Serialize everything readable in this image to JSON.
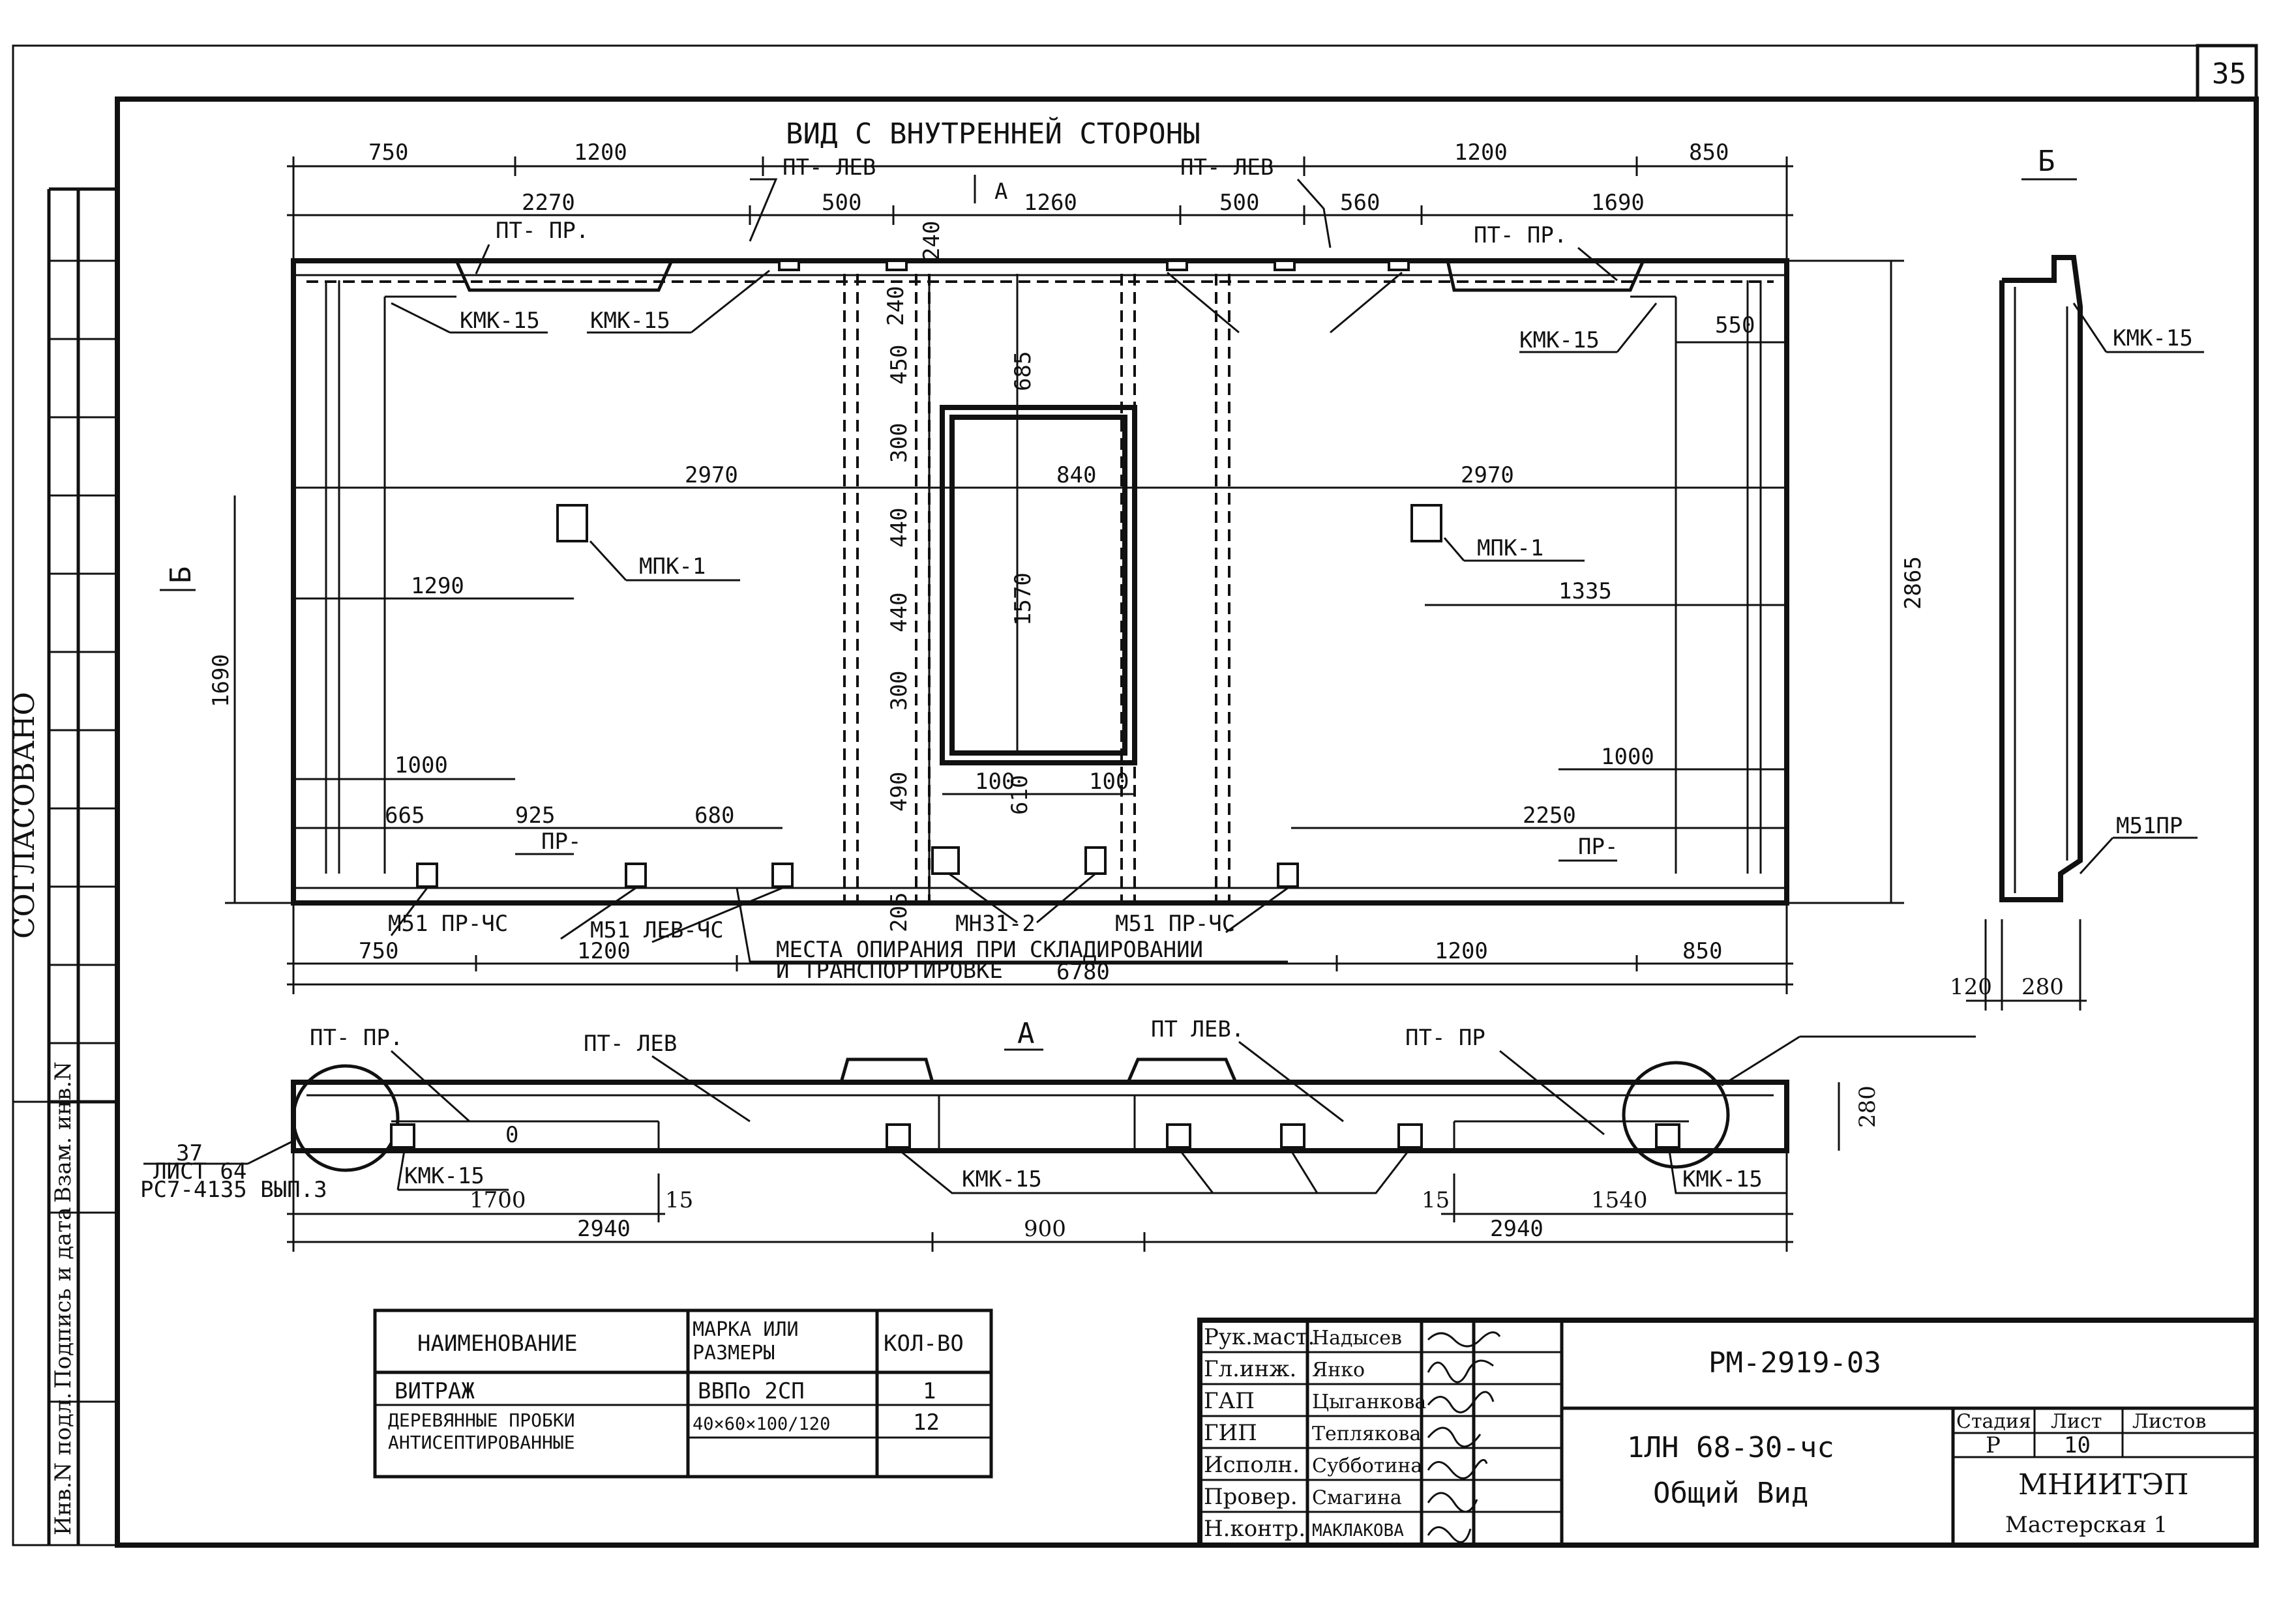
{
  "sheet_no": "35",
  "agreed": "СОГЛАСОВАНО",
  "margin_labels": {
    "inv_podl": "Инв.N подл.",
    "sign_date": "Подпись и дата",
    "vzam_inv": "Взам. инв.N"
  },
  "view_titles": {
    "inner_side": "ВИД С ВНУТРЕННЕЙ СТОРОНЫ",
    "b": "Б",
    "a_top": "А",
    "a_section": "А",
    "b_side": "Б"
  },
  "top_dims": {
    "d750": "750",
    "d1200a": "1200",
    "d1200b": "1200",
    "d850": "850",
    "d2270": "2270",
    "d500a": "500",
    "d1260": "1260",
    "d500b": "500",
    "d560": "560",
    "d1690": "1690",
    "d240a": "240",
    "d240b": "240"
  },
  "labels": {
    "pt_lev1": "ПТ- ЛЕВ",
    "pt_lev2": "ПТ- ЛЕВ",
    "pt_pr1": "ПТ- ПР.",
    "pt_pr2": "ПТ- ПР.",
    "kmk1": "КМК-15",
    "kmk2": "КМК-15",
    "kmk3": "КМК-15",
    "kmk_side": "КМК-15",
    "mpk1": "МПК-1",
    "mpk2": "МПК-1",
    "m51_pr_chs1": "М51 ПР-ЧС",
    "m51_lev_chs": "М51 ЛЕВ-ЧС",
    "m51_pr_chs2": "М51 ПР-ЧС",
    "m51_side": "М51ПР",
    "mn31": "МН31-2",
    "pr1": "ПР-",
    "pr2": "ПР-",
    "support_line1": "МЕСТА ОПИРАНИЯ ПРИ СКЛАДИРОВАНИИ",
    "support_line2": "И ТРАНСПОРТИРОВКЕ"
  },
  "inner_dims": {
    "d685": "685",
    "d450": "450",
    "d300a": "300",
    "d440a": "440",
    "d440b": "440",
    "d300b": "300",
    "d490": "490",
    "d1570": "1570",
    "d610": "610",
    "d205": "205",
    "d2970a": "2970",
    "d840": "840",
    "d2970b": "2970",
    "d1290": "1290",
    "d1335": "1335",
    "d550": "550",
    "d2865": "2865",
    "d1690v": "1690",
    "d1000a": "1000",
    "d1000b": "1000",
    "d665": "665",
    "d925": "925",
    "d680": "680",
    "d2250": "2250",
    "d100a": "100",
    "d100b": "100"
  },
  "bottom_dims": {
    "d750": "750",
    "d1200a": "1200",
    "d1200b": "1200",
    "d850": "850",
    "d6780": "6780"
  },
  "side_dims": {
    "d120": "120",
    "d280": "280"
  },
  "section_labels": {
    "pt_pr": "ПТ- ПР.",
    "pt_lev": "ПТ- ЛЕВ",
    "pt_lev2": "ПТ ЛЕВ.",
    "pt_pr2": "ПТ- ПР",
    "kmk_a": "КМК-15",
    "kmk_b": "КМК-15",
    "kmk_c": "КМК-15",
    "ref_37": "37",
    "ref_sheet": "ЛИСТ 64",
    "ref_series": "РС7-4135 ВЫП.3",
    "d0": "0"
  },
  "section_dims": {
    "d1700": "1700",
    "d15a": "15",
    "d15b": "15",
    "d1540": "1540",
    "d2940a": "2940",
    "d900": "900",
    "d2940b": "2940",
    "d280": "280"
  },
  "spec_table": {
    "headers": [
      "НАИМЕНОВАНИЕ",
      "МАРКА ИЛИ РАЗМЕРЫ",
      "КОЛ-ВО"
    ],
    "rows": [
      [
        "ВИТРАЖ",
        "ВВПо 2СП",
        "1"
      ],
      [
        "ДЕРЕВЯННЫЕ ПРОБКИ АНТИСЕПТИРОВАННЫЕ",
        "40×60×100/120",
        "12"
      ]
    ]
  },
  "title_block": {
    "roles": [
      "Рук.маст.",
      "Гл.инж.",
      "ГАП",
      "ГИП",
      "Исполн.",
      "Провер.",
      "Н.контр."
    ],
    "names": [
      "Надысев",
      "Янко",
      "Цыганкова",
      "Теплякова",
      "Субботина",
      "Смагина",
      "МАКЛАКОВА"
    ],
    "doc_code": "РМ-2919-03",
    "product": "1ЛН 68-30-чс",
    "title": "Общий Вид",
    "stage_hdr": "Стадия",
    "sheet_hdr": "Лист",
    "sheets_hdr": "Листов",
    "stage": "Р",
    "sheet": "10",
    "sheets": "",
    "org": "МНИИТЭП",
    "dept": "Мастерская 1"
  }
}
